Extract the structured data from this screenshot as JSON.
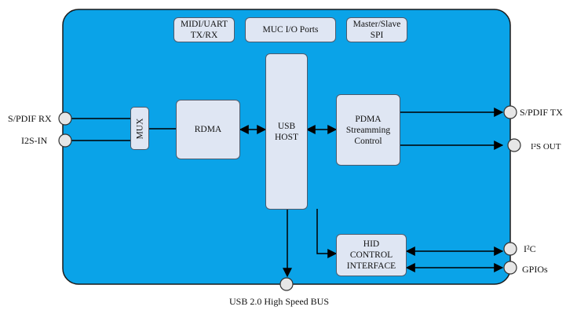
{
  "colors": {
    "board_fill": "#0aa3e8",
    "block_fill": "#dfe6f3",
    "line": "#000000"
  },
  "header_blocks": {
    "midi_uart": [
      "MIDI/UART",
      "TX/RX"
    ],
    "muc_io": "MUC I/O Ports",
    "master_slave_spi": [
      "Master/Slave",
      "SPI"
    ]
  },
  "blocks": {
    "mux": "MUX",
    "rdma": "RDMA",
    "usb_host": [
      "USB",
      "HOST"
    ],
    "pdma": [
      "PDMA",
      "Streamming",
      "Control"
    ],
    "hid": [
      "HID",
      "CONTROL",
      "INTERFACE"
    ]
  },
  "ports": {
    "spdif_rx": "S/PDIF RX",
    "i2s_in": "I2S-IN",
    "spdif_tx": "S/PDIF TX",
    "i2s_out": "I²S OUT",
    "i2c": "I²C",
    "gpios": "GPIOs",
    "usb_bus": "USB 2.0 High Speed BUS"
  }
}
